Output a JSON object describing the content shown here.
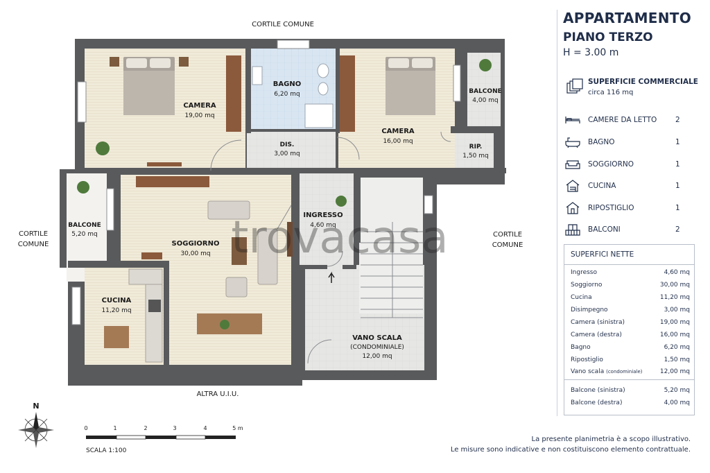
{
  "header": {
    "title": "APPARTAMENTO",
    "subtitle": "PIANO TERZO",
    "height": "H = 3.00 m"
  },
  "commercial": {
    "label": "SUPERFICIE COMMERCIALE",
    "value": "circa 116 mq"
  },
  "features": [
    {
      "icon": "bed-icon",
      "label": "CAMERE DA LETTO",
      "count": "2"
    },
    {
      "icon": "bathtub-icon",
      "label": "BAGNO",
      "count": "1"
    },
    {
      "icon": "sofa-icon",
      "label": "SOGGIORNO",
      "count": "1"
    },
    {
      "icon": "kitchen-icon",
      "label": "CUCINA",
      "count": "1"
    },
    {
      "icon": "storage-icon",
      "label": "RIPOSTIGLIO",
      "count": "1"
    },
    {
      "icon": "balcony-icon",
      "label": "BALCONI",
      "count": "2"
    }
  ],
  "net_surfaces": {
    "title": "SUPERFICI NETTE",
    "rows": [
      {
        "label": "Ingresso",
        "value": "4,60 mq"
      },
      {
        "label": "Soggiorno",
        "value": "30,00 mq"
      },
      {
        "label": "Cucina",
        "value": "11,20 mq"
      },
      {
        "label": "Disimpegno",
        "value": "3,00 mq"
      },
      {
        "label": "Camera (sinistra)",
        "value": "19,00 mq"
      },
      {
        "label": "Camera (destra)",
        "value": "16,00 mq"
      },
      {
        "label": "Bagno",
        "value": "6,20 mq"
      },
      {
        "label": "Ripostiglio",
        "value": "1,50 mq"
      },
      {
        "label": "Vano scala",
        "note": "(condominiale)",
        "value": "12,00 mq"
      }
    ],
    "balconies": [
      {
        "label": "Balcone (sinistra)",
        "value": "5,20 mq"
      },
      {
        "label": "Balcone (destra)",
        "value": "4,00 mq"
      }
    ]
  },
  "plan": {
    "rooms": {
      "camera1": {
        "name": "CAMERA",
        "area": "19,00 mq"
      },
      "bagno": {
        "name": "BAGNO",
        "area": "6,20 mq"
      },
      "camera2": {
        "name": "CAMERA",
        "area": "16,00 mq"
      },
      "balcone_dx": {
        "name": "BALCONE",
        "area": "4,00 mq"
      },
      "dis": {
        "name": "DIS.",
        "area": "3,00 mq"
      },
      "rip": {
        "name": "RIP.",
        "area": "1,50 mq"
      },
      "ingresso": {
        "name": "INGRESSO",
        "area": "4,60 mq"
      },
      "balcone_sx": {
        "name": "BALCONE",
        "area": "5,20 mq"
      },
      "soggiorno": {
        "name": "SOGGIORNO",
        "area": "30,00 mq"
      },
      "cucina": {
        "name": "CUCINA",
        "area": "11,20 mq"
      },
      "vano": {
        "name": "VANO SCALA",
        "sub": "(CONDOMINIALE)",
        "area": "12,00 mq"
      }
    },
    "surroundings": {
      "top": "CORTILE COMUNE",
      "left_1": "CORTILE",
      "left_2": "COMUNE",
      "right_1": "CORTILE",
      "right_2": "COMUNE",
      "bottom": "ALTRA U.I.U."
    },
    "watermark": "trovacasa",
    "north": "N",
    "scale_ticks": [
      "0",
      "1",
      "2",
      "3",
      "4",
      "5 m"
    ],
    "scale_label": "SCALA  1:100"
  },
  "disclaimer": {
    "line1": "La presente planimetria è a scopo illustrativo.",
    "line2": "Le misure sono indicative e non costituiscono elemento contrattuale."
  }
}
